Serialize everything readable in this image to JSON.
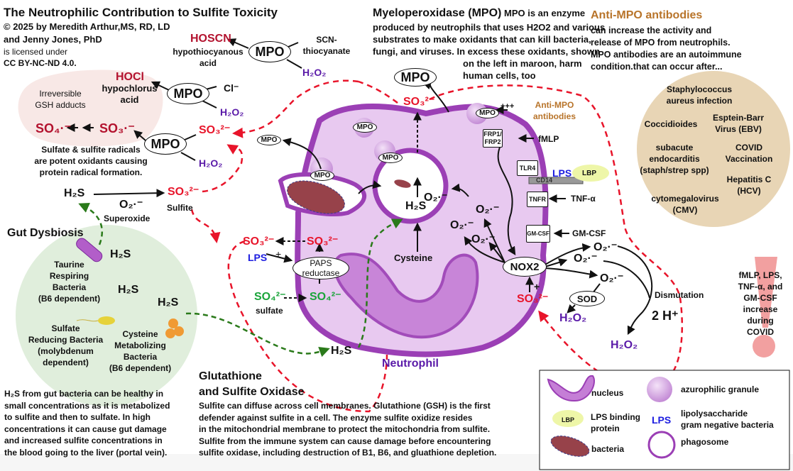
{
  "title": "The Neutrophilic Contribution to Sulfite Toxicity",
  "credits": [
    "© 2025 by Meredith Arthur,MS, RD, LD",
    "and Jenny Jones, PhD",
    "is licensed under",
    "CC BY-NC-ND 4.0."
  ],
  "mpo_description": {
    "heading": "Myeloperoxidase (MPO)",
    "lines": [
      "MPO is an enzyme",
      "produced by  neutrophils that uses H2O2 and various",
      "substrates to make oxidants that can kill bacteria,",
      "fungi, and viruses. In excess these oxidants, shown",
      "on the left in maroon, harm",
      "human  cells, too"
    ]
  },
  "anti_mpo": {
    "title": "Anti-MPO antibodies",
    "lines": [
      "can increase the activity and",
      "release of MPO from neutrophils.",
      "MPO antibodies are an autoimmune",
      "condition.that can occur after..."
    ],
    "conditions": [
      [
        "Staphylococcus",
        "aureus infection"
      ],
      [
        "Coccidioides"
      ],
      [
        "Esptein-Barr",
        "Virus (EBV)"
      ],
      [
        "subacute",
        "endocarditis",
        "(staph/strep spp)"
      ],
      [
        "COVID",
        "Vaccination"
      ],
      [
        "Hepatitis C",
        "(HCV)"
      ],
      [
        "cytomegalovirus",
        "(CMV)"
      ]
    ]
  },
  "reactions": {
    "mpo": "MPO",
    "hoscn": "HOSCN",
    "hoscn_name": [
      "hypothiocyanous",
      "acid"
    ],
    "scn": [
      "SCN-",
      "thiocyanate"
    ],
    "h2o2": "H₂O₂",
    "hocl": "HOCl",
    "hocl_name": [
      "hypochlorus",
      "acid"
    ],
    "cl": "Cl⁻",
    "gsh_adducts": [
      "Irreversible",
      "GSH adducts"
    ],
    "so4_radical": "SO₄·⁻",
    "so3_radical": "SO₃·⁻",
    "sulfite": "SO₃²⁻",
    "radical_note": [
      "Sulfate & sulfite radicals",
      "are potent oxidants causing",
      "protein radical formation."
    ],
    "h2s": "H₂S",
    "superoxide": "O₂·⁻",
    "superoxide_label": "Superoxide",
    "sulfite_label": "Sulfite"
  },
  "cell": {
    "name": "Neutrophil",
    "mpo_small": "MPO",
    "plus3": "+++",
    "anti_mpo_label": [
      "Anti-MPO",
      "antibodies"
    ],
    "frp": [
      "FRP1/",
      "FRP2"
    ],
    "fmlp": "fMLP",
    "tlr4": "TLR4",
    "cd14": "CD14",
    "lps": "LPS",
    "lbp": "LBP",
    "tnfr": "TNFR",
    "tnf": "TNF-α",
    "gmcsf_box": "GM-CSF",
    "gmcsf": "GM-CSF",
    "nox2": "NOX2",
    "sod": "SOD",
    "dismutation": "Dismutation",
    "two_h": "2 H⁺",
    "plus": "+",
    "cysteine": "Cysteine",
    "paps": [
      "PAPS",
      "reductase"
    ],
    "sulfate": "SO₄²⁻",
    "sulfate_label": "sulfate"
  },
  "gut": {
    "title": "Gut Dysbiosis",
    "taurine": [
      "Taurine",
      "Respiring",
      "Bacteria",
      "(B6 dependent)"
    ],
    "sulfate_reducing": [
      "Sulfate",
      "Reducing Bacteria",
      "(molybdenum",
      "dependent)"
    ],
    "cysteine_metab": [
      "Cysteine",
      "Metabolizing",
      "Bacteria",
      "(B6 dependent)"
    ],
    "note": [
      "H₂S from gut bacteria can be healthy in",
      "small concentrations as it is metabolized",
      "to sulfite and then to sulfate. In high",
      "concentrations it can cause gut damage",
      "and increased sulfite concentrations in",
      "the blood going to the liver (portal vein)."
    ]
  },
  "glutathione": {
    "title": [
      "Glutathione",
      "and Sulfite Oxidase"
    ],
    "lines": [
      "Sulfite can diffuse across cell membranes. Glutathione (GSH) is the first",
      "defender against sulfite in a cell. The enzyme sulfite oxidize resides",
      "in the mitochondrial membrane to protect the mitochondria from sulfite.",
      "Sulfite from the immune system can cause damage before encountering",
      "sulfite oxidase, including destruction of B1, B6, and gluathione depletion."
    ]
  },
  "covid_note": [
    "fMLP, LPS,",
    "TNF-α, and",
    "GM-CSF",
    "increase",
    "during",
    "COVID"
  ],
  "legend": {
    "nucleus": "nucleus",
    "granule": "azurophilic granule",
    "lbp_icon": "LBP",
    "lbp": [
      "LPS binding",
      "protein"
    ],
    "lps_icon": "LPS",
    "lps": [
      "lipolysaccharide",
      "gram negative bacteria"
    ],
    "bacteria": "bacteria",
    "phagosome": "phagosome"
  },
  "colors": {
    "sulfite_red": "#e8142a",
    "maroon": "#b3122e",
    "h2o2_purple": "#5a1aa8",
    "sulfate_green": "#1aa43a",
    "lps_blue": "#1c1ce0",
    "anti_mpo_orange": "#b8742a",
    "neutrophil_fill": "#e8c9f0",
    "neutrophil_stroke": "#9b3fb5"
  }
}
